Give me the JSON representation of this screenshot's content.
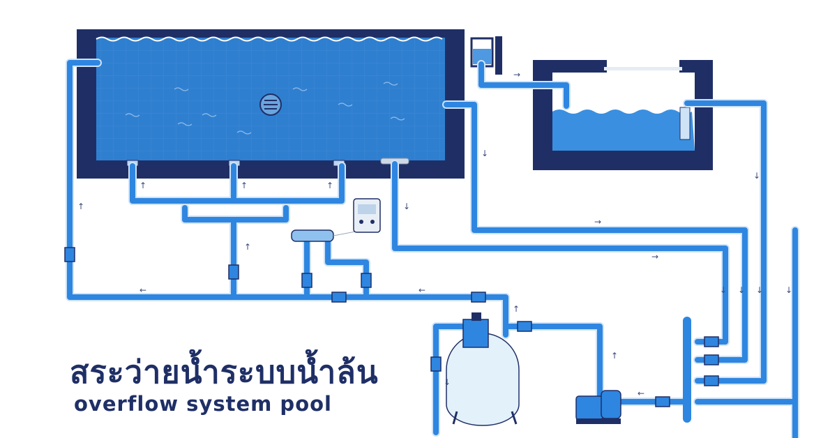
{
  "title": {
    "thai": "สระว่ายน้ำระบบน้ำล้น",
    "english": "overflow system pool"
  },
  "colors": {
    "pool_wall": "#1f2f66",
    "pool_water": "#2f7fd0",
    "pipe": "#2e86e0",
    "pipe_outline": "#cfe3f7",
    "tank_water": "#3a8fe0",
    "title_text": "#1f2f66",
    "filter_tank": "#e3f1fb",
    "background": "#ffffff"
  },
  "icons": {
    "flow_arrows": "arrow-glyph",
    "valves": "gate-valve-icon",
    "pump": "water-pump-icon",
    "filter": "sand-filter-icon",
    "controller": "control-panel-icon",
    "chlorinator": "salt-chlorinator-icon",
    "main_drain": "main-drain-icon"
  },
  "flow_arrow_glyphs": {
    "right": "→",
    "left": "←",
    "up": "↑",
    "down": "↓"
  }
}
